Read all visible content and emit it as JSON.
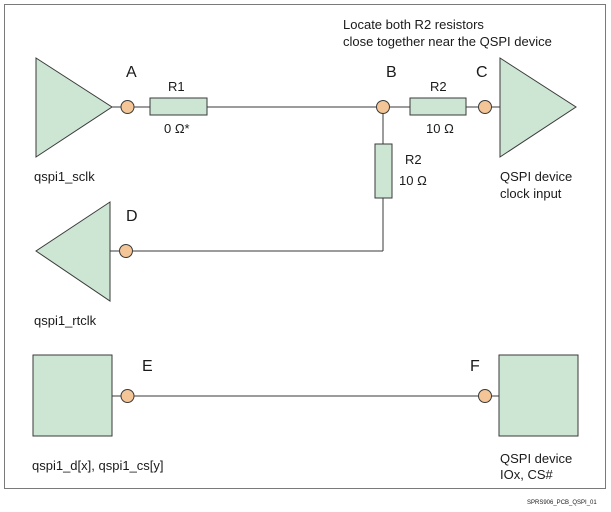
{
  "note": {
    "line1": "Locate both R2 resistors",
    "line2": "close together near the QSPI device"
  },
  "nodes": {
    "a": "A",
    "b": "B",
    "c": "C",
    "d": "D",
    "e": "E",
    "f": "F"
  },
  "resistors": {
    "r1": {
      "name": "R1",
      "value": "0 Ω*"
    },
    "r2_series": {
      "name": "R2",
      "value": "10 Ω"
    },
    "r2_return": {
      "name": "R2",
      "value": "10 Ω"
    }
  },
  "signals": {
    "sclk": "qspi1_sclk",
    "rtclk": "qspi1_rtclk",
    "data": "qspi1_d[x], qspi1_cs[y]"
  },
  "devices": {
    "clock_input_line1": "QSPI device",
    "clock_input_line2": "clock input",
    "io_line1": "QSPI device",
    "io_line2": "IOx, CS#"
  },
  "figure_id": "SPRS906_PCB_QSPI_01",
  "colors": {
    "component_fill": "#cde6d4",
    "node_fill": "#f3c597",
    "stroke": "#3a3a3a",
    "border": "#7a7a7a"
  }
}
